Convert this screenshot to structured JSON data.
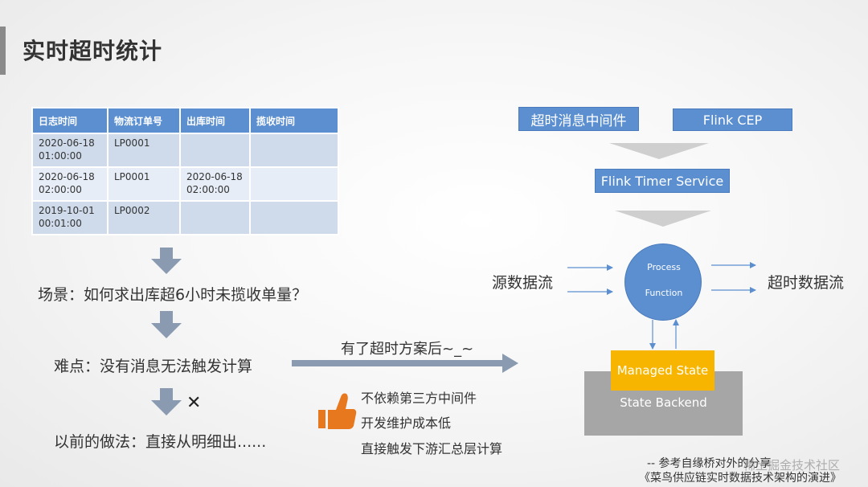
{
  "title": "实时超时统计",
  "table": {
    "headers": [
      "日志时间",
      "物流订单号",
      "出库时间",
      "揽收时间"
    ],
    "rows": [
      [
        "2020-06-18\n01:00:00",
        "LP0001",
        "",
        ""
      ],
      [
        "2020-06-18\n02:00:00",
        "LP0001",
        "2020-06-18\n02:00:00",
        ""
      ],
      [
        "2019-10-01\n00:01:00",
        "LP0002",
        "",
        ""
      ]
    ]
  },
  "left": {
    "scenario": "场景：如何求出库超6小时未揽收单量？",
    "difficulty": "难点：没有消息无法触发计算",
    "previous": "以前的做法：直接从明细出......",
    "cross_mark": "✕"
  },
  "middle": {
    "arrow_label": "有了超时方案后~_~",
    "benefits": [
      "不依赖第三方中间件",
      "开发维护成本低",
      "直接触发下游汇总层计算"
    ],
    "thumb_icon": "thumbs-up-icon"
  },
  "right": {
    "box_middleware": "超时消息中间件",
    "box_cep": "Flink CEP",
    "box_timer": "Flink Timer Service",
    "process_line1": "Process",
    "process_line2": "Function",
    "source_label": "源数据流",
    "output_label": "超时数据流",
    "managed_state": "Managed State",
    "state_backend": "State Backend"
  },
  "footnote": {
    "line1": "-- 参考自缘桥对外的分享",
    "line2": "《菜鸟供应链实时数据技术架构的演进》"
  },
  "watermark": "稀土掘金技术社区",
  "colors": {
    "blue": "#5b8fd0",
    "gray_arrow": "#8a9ab0",
    "managed": "#f7b500",
    "backend": "#a6a6a6"
  }
}
